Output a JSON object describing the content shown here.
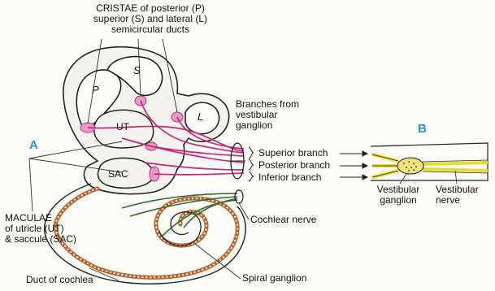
{
  "panels": {
    "a": "A",
    "b": "B"
  },
  "cristae": {
    "line1": "CRISTAE of posterior (P)",
    "line2": "superior (S) and lateral (L)",
    "line3": "semicircular ducts"
  },
  "ducts": {
    "p": "P",
    "s": "S",
    "l": "L"
  },
  "organs": {
    "ut": "UT",
    "sac": "SAC"
  },
  "branches_heading": {
    "line1": "Branches from",
    "line2": "vestibular",
    "line3": "ganglion"
  },
  "branches": {
    "superior": "Superior branch",
    "posterior": "Posterior branch",
    "inferior": "Inferior branch"
  },
  "maculae": {
    "line1": "MACULAE",
    "line2": "of utricle (UT)",
    "line3": "& saccule (SAC)"
  },
  "cochlear_nerve": "Cochlear nerve",
  "duct_of_cochlea": "Duct of cochlea",
  "spiral_ganglion": "Spiral ganglion",
  "panel_b": {
    "vestibular_ganglion": {
      "line1": "Vestibular",
      "line2": "ganglion"
    },
    "vestibular_nerve": {
      "line1": "Vestibular",
      "line2": "nerve"
    }
  },
  "colors": {
    "vestibular_nerve_fibres": "#c8267a",
    "sensory_patches": "#e59bc7",
    "cochlear_nerve_fibres": "#2f6b2a",
    "cochlear_duct": "#b8642d",
    "panel_b_nerve": "#e8dc2a",
    "panel_label": "#2a8fd6"
  }
}
